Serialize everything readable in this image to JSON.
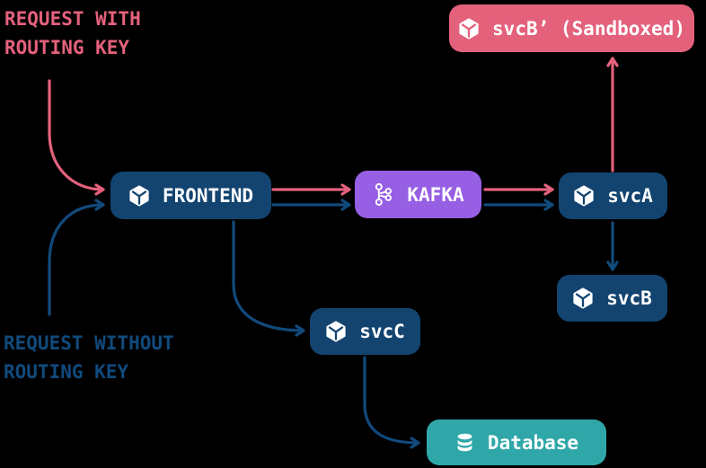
{
  "colors": {
    "pink": "#e4617c",
    "navy_node": "#134470",
    "navy_arrow": "#114a7c",
    "purple": "#975fe4",
    "teal": "#2fa7a9",
    "background": "#000000",
    "node_text": "#ffffff"
  },
  "annotations": {
    "request_with": {
      "line1": "REQUEST WITH",
      "line2": "ROUTING KEY"
    },
    "request_without": {
      "line1": "REQUEST WITHOUT",
      "line2": "ROUTING KEY"
    }
  },
  "nodes": {
    "frontend": {
      "label": "FRONTEND",
      "icon": "cube-icon",
      "color": "navy"
    },
    "kafka": {
      "label": "KAFKA",
      "icon": "kafka-icon",
      "color": "purple"
    },
    "svcA": {
      "label": "svcA",
      "icon": "cube-icon",
      "color": "navy"
    },
    "svcB_sandboxed": {
      "label": "svcB’ (Sandboxed)",
      "icon": "cube-icon",
      "color": "pink"
    },
    "svcB": {
      "label": "svcB",
      "icon": "cube-icon",
      "color": "navy"
    },
    "svcC": {
      "label": "svcC",
      "icon": "cube-icon",
      "color": "navy"
    },
    "database": {
      "label": "Database",
      "icon": "database-icon",
      "color": "teal"
    }
  },
  "edges": [
    {
      "from": "request_with_routing_key",
      "to": "frontend",
      "color": "pink"
    },
    {
      "from": "request_without_routing_key",
      "to": "frontend",
      "color": "navy"
    },
    {
      "from": "frontend",
      "to": "kafka",
      "color": "pink"
    },
    {
      "from": "frontend",
      "to": "kafka",
      "color": "navy"
    },
    {
      "from": "kafka",
      "to": "svcA",
      "color": "pink"
    },
    {
      "from": "kafka",
      "to": "svcA",
      "color": "navy"
    },
    {
      "from": "svcA",
      "to": "svcB_sandboxed",
      "color": "pink"
    },
    {
      "from": "svcA",
      "to": "svcB",
      "color": "navy"
    },
    {
      "from": "frontend",
      "to": "svcC",
      "color": "navy"
    },
    {
      "from": "svcC",
      "to": "database",
      "color": "navy"
    }
  ]
}
